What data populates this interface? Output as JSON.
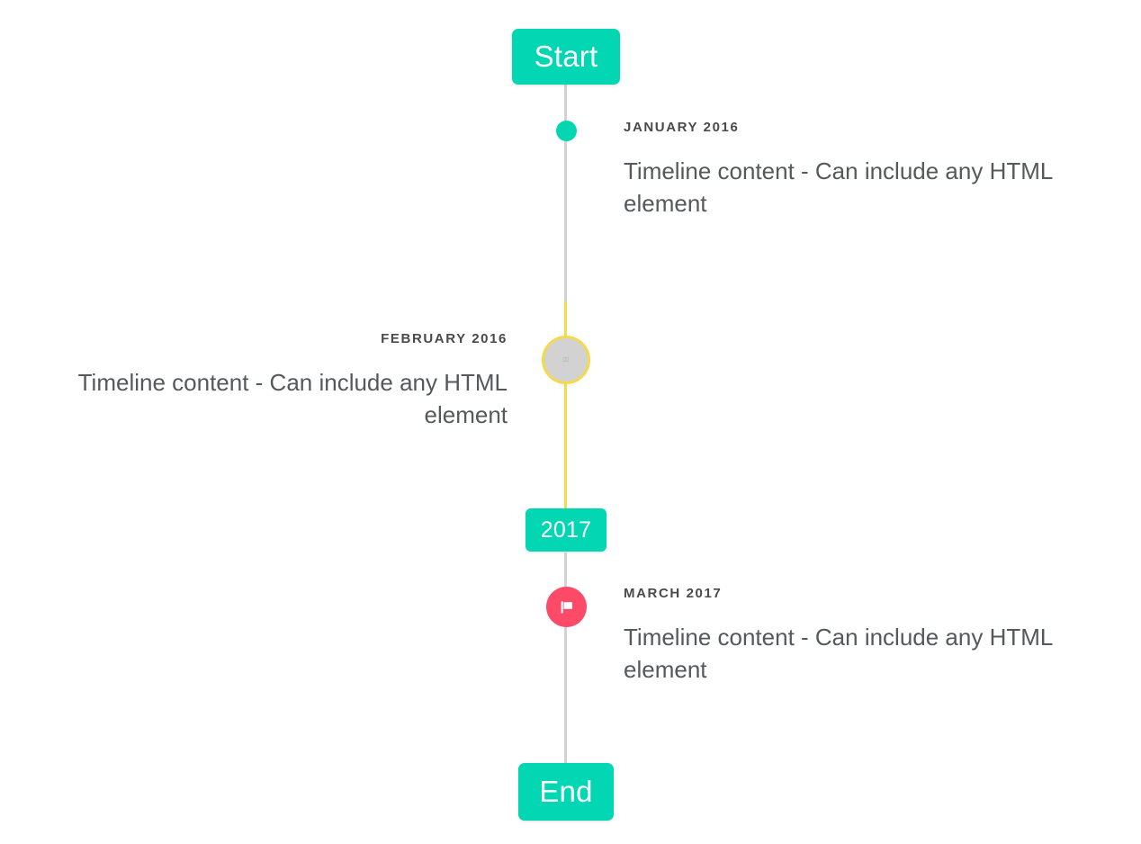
{
  "component": {
    "name": "vertical-timeline",
    "background": "#ffffff"
  },
  "colors": {
    "accent_teal": "#03d6b2",
    "accent_yellow": "#f6d94b",
    "accent_pink": "#fc4a68",
    "rail_grey": "#d2d2d2",
    "marker_grey": "#d2d2d2",
    "label_text": "#4a4a4a",
    "body_text": "#55595c",
    "badge_text": "#ffffff"
  },
  "badges": {
    "start": {
      "label": "Start"
    },
    "middle": {
      "label": "2017"
    },
    "end": {
      "label": "End"
    }
  },
  "entries": [
    {
      "id": "january-2016",
      "label": "JANUARY 2016",
      "body": "Timeline content - Can include any HTML element",
      "side": "right",
      "marker": {
        "type": "dot",
        "icon": "dot-icon",
        "color": "#05d6b2"
      }
    },
    {
      "id": "february-2016",
      "label": "FEBRUARY 2016",
      "body": "Timeline content - Can include any HTML element",
      "side": "left",
      "marker": {
        "type": "ring",
        "icon": "placeholder-glyph-icon",
        "glyph": "⌗",
        "fill": "#d2d2d2",
        "border": "#f6d94b"
      }
    },
    {
      "id": "march-2017",
      "label": "MARCH 2017",
      "body": "Timeline content - Can include any HTML element",
      "side": "right",
      "marker": {
        "type": "flag",
        "icon": "flag-icon",
        "color": "#fc4a68"
      }
    }
  ],
  "rail_segments": [
    {
      "id": "segment-top",
      "color": "#d2d2d2"
    },
    {
      "id": "segment-highlight",
      "color": "#f6d94b"
    },
    {
      "id": "segment-bottom",
      "color": "#d2d2d2"
    }
  ]
}
